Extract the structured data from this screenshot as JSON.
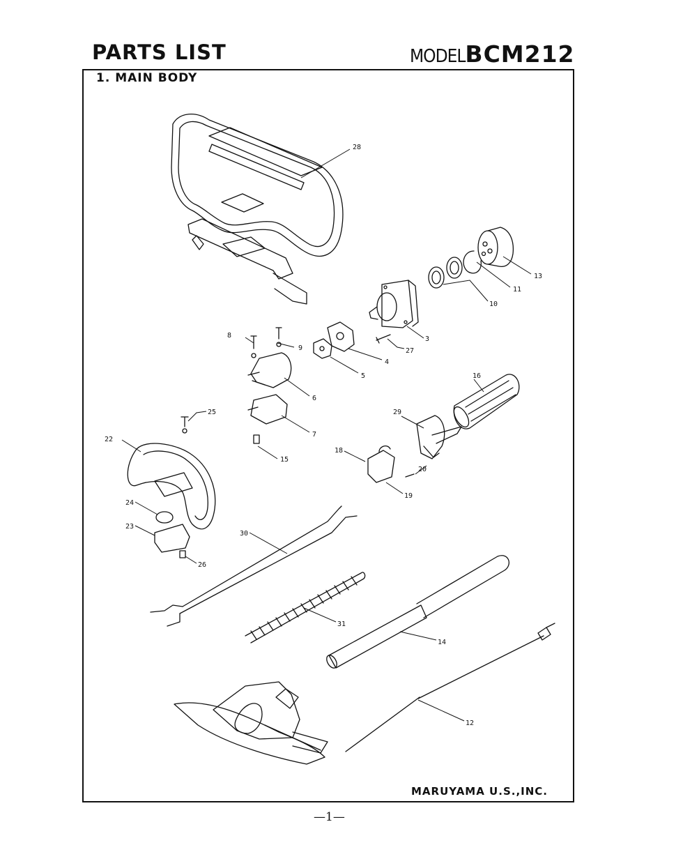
{
  "header": {
    "title": "PARTS LIST",
    "model_word": "MODEL",
    "model_number": "BCM212"
  },
  "section_title": "1. MAIN BODY",
  "footer": {
    "manufacturer": "MARUYAMA U.S.,INC.",
    "page_number": "—1—"
  },
  "parts": [
    {
      "id": "p28",
      "label": "28"
    },
    {
      "id": "p13",
      "label": "13"
    },
    {
      "id": "p11",
      "label": "11"
    },
    {
      "id": "p10",
      "label": "10"
    },
    {
      "id": "p3",
      "label": "3"
    },
    {
      "id": "p8",
      "label": "8"
    },
    {
      "id": "p9",
      "label": "9"
    },
    {
      "id": "p4",
      "label": "4"
    },
    {
      "id": "p27",
      "label": "27"
    },
    {
      "id": "p5",
      "label": "5"
    },
    {
      "id": "p6",
      "label": "6"
    },
    {
      "id": "p16",
      "label": "16"
    },
    {
      "id": "p25",
      "label": "25"
    },
    {
      "id": "p7",
      "label": "7"
    },
    {
      "id": "p29",
      "label": "29"
    },
    {
      "id": "p22",
      "label": "22"
    },
    {
      "id": "p15",
      "label": "15"
    },
    {
      "id": "p18",
      "label": "18"
    },
    {
      "id": "p20",
      "label": "20"
    },
    {
      "id": "p19",
      "label": "19"
    },
    {
      "id": "p24",
      "label": "24"
    },
    {
      "id": "p23",
      "label": "23"
    },
    {
      "id": "p26",
      "label": "26"
    },
    {
      "id": "p30",
      "label": "30"
    },
    {
      "id": "p31",
      "label": "31"
    },
    {
      "id": "p14",
      "label": "14"
    },
    {
      "id": "p12",
      "label": "12"
    }
  ]
}
